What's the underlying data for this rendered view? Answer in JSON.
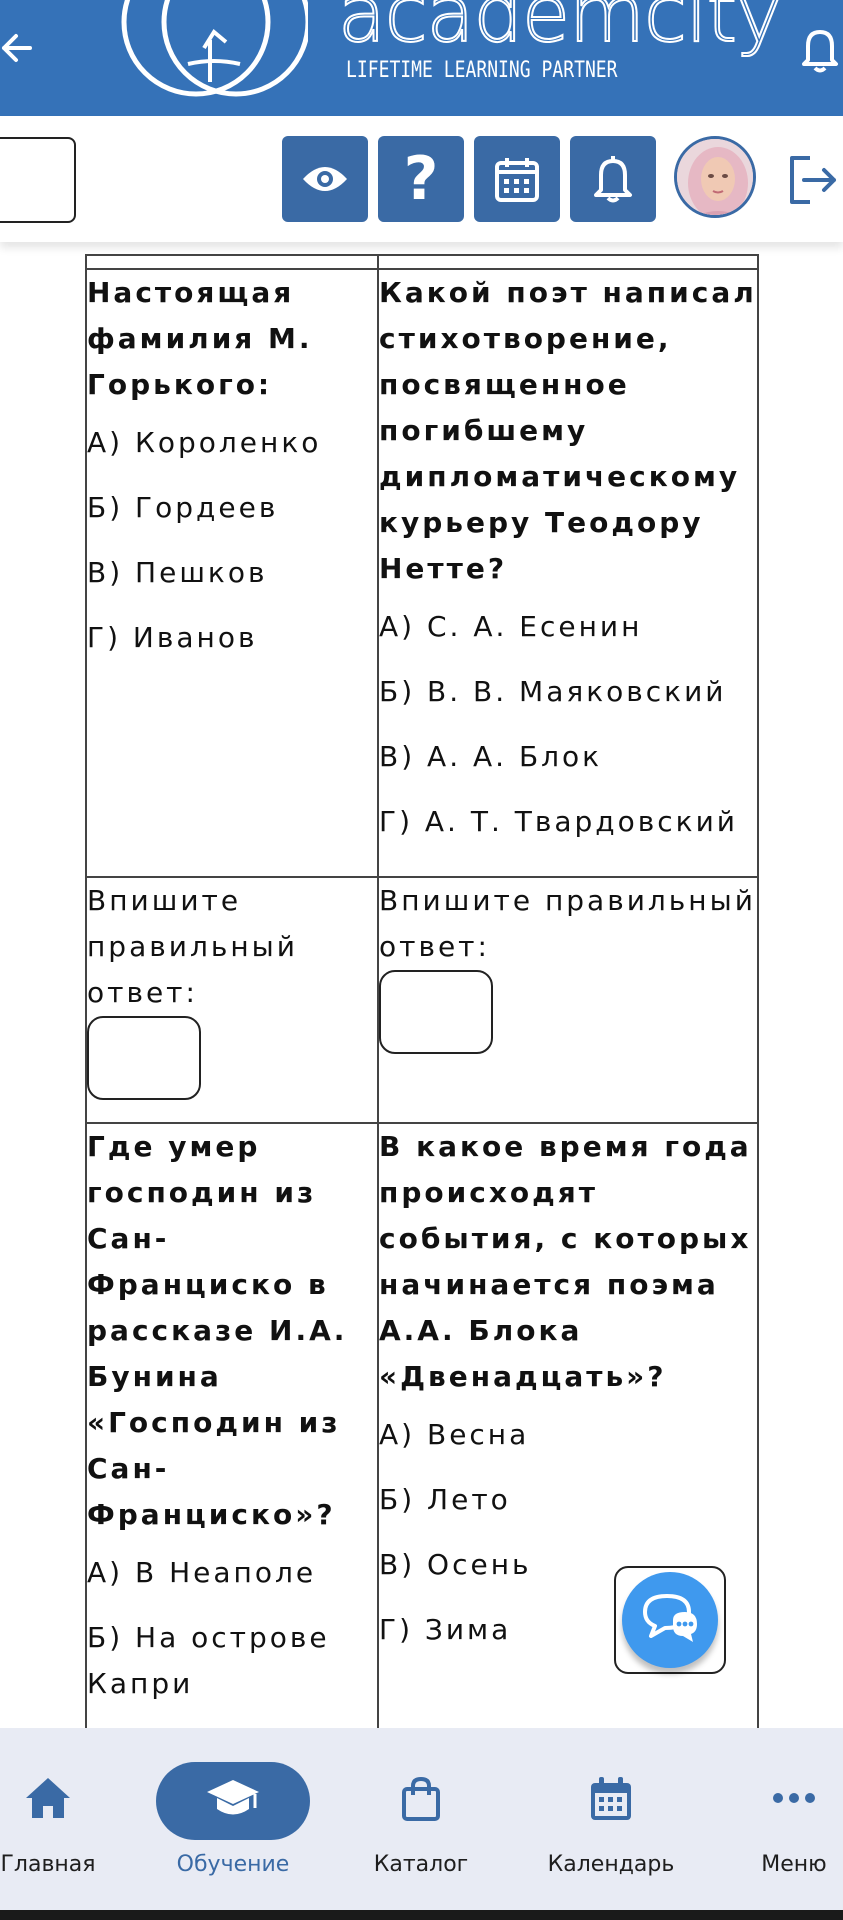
{
  "header": {
    "brand": "academcity",
    "tagline": "LIFETIME LEARNING PARTNER"
  },
  "toolbar": {
    "icons": [
      "eye-icon",
      "question-icon",
      "calendar-icon",
      "bell-icon"
    ],
    "question_label": "?"
  },
  "quiz": {
    "rows": [
      {
        "cells": [
          {
            "question": "Настоящая фамилия М. Горького:",
            "options": [
              "А) Короленко",
              "Б) Гордеев",
              "В) Пешков",
              "Г) Иванов"
            ]
          },
          {
            "question": "Какой поэт написал стихотворение, посвященное погибшему дипломатическому курьеру Теодору Нетте?",
            "options": [
              "А) С. А. Есенин",
              "Б) В. В. Маяковский",
              "В) А. А. Блок",
              "Г) А. Т. Твардовский"
            ]
          }
        ]
      },
      {
        "cells": [
          {
            "prompt": "Впишите правильный ответ:"
          },
          {
            "prompt": "Впишите правильный ответ:"
          }
        ]
      },
      {
        "cells": [
          {
            "question": "Где умер господин из Сан-Франциско в рассказе И.А. Бунина «Господин из Сан-Франциско»?",
            "options": [
              "А) В Неаполе",
              "Б) На острове Капри"
            ]
          },
          {
            "question": "В какое время года происходят события, с которых начинается поэма А.А. Блока «Двенадцать»?",
            "options": [
              "А) Весна",
              "Б) Лето",
              "В) Осень",
              "Г) Зима"
            ]
          }
        ]
      }
    ]
  },
  "nav": {
    "items": [
      {
        "label": "Главная",
        "icon": "home-icon"
      },
      {
        "label": "Обучение",
        "icon": "graduation-cap-icon",
        "active": true
      },
      {
        "label": "Каталог",
        "icon": "shopping-bag-icon"
      },
      {
        "label": "Календарь",
        "icon": "calendar-icon"
      },
      {
        "label": "Меню",
        "icon": "more-dots-icon"
      }
    ]
  },
  "colors": {
    "brand_blue": "#3572b8",
    "button_blue": "#3a6aa5",
    "chat_blue": "#3f99ee",
    "nav_bg": "#e8ebf4"
  }
}
